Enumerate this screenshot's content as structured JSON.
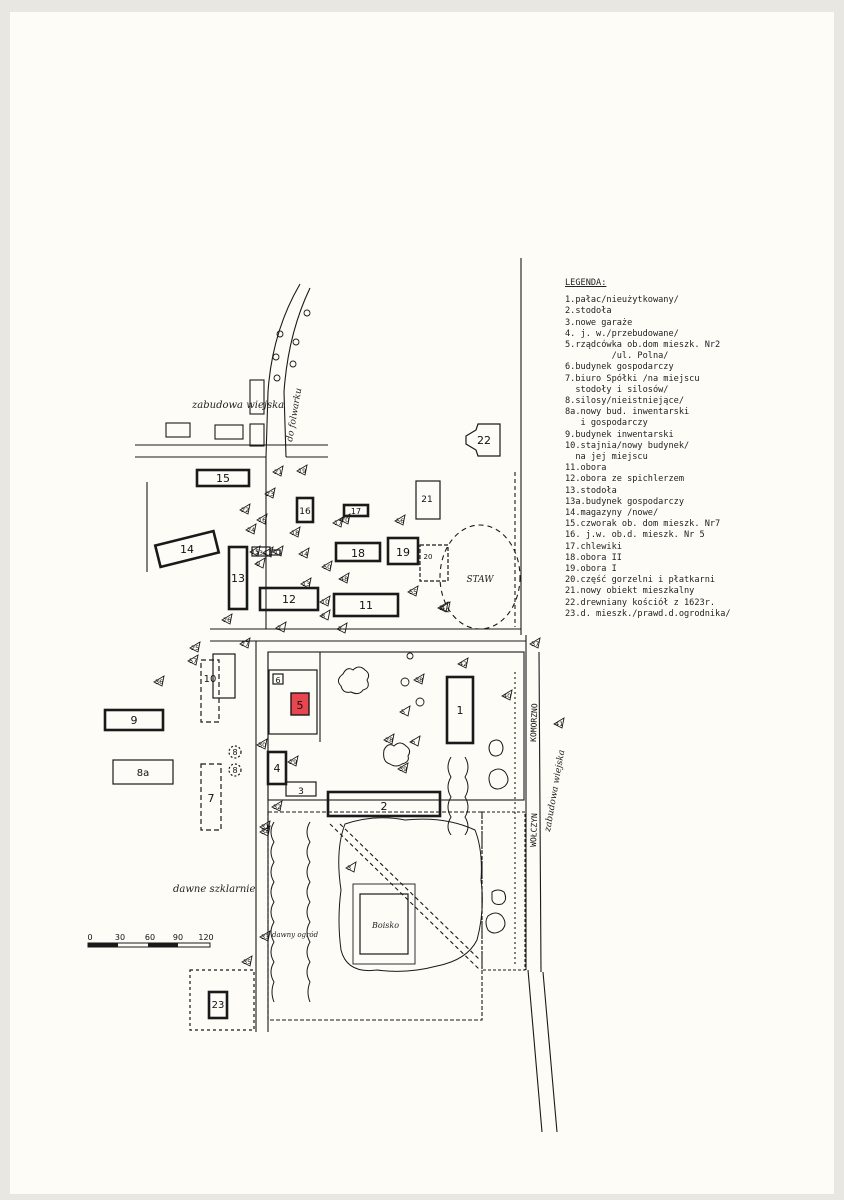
{
  "legend": {
    "title": "LEGENDA:",
    "items": [
      "1.pałac/nieużytkowany/",
      "2.stodoła",
      "3.nowe garaże",
      "4. j. w./przebudowane/",
      "5.rządcówka ob.dom mieszk. Nr2",
      "         /ul. Polna/",
      "6.budynek gospodarczy",
      "7.biuro Spółki /na miejscu",
      "  stodoły i silosów/",
      "8.silosy/nieistniejące/",
      "8a.nowy bud. inwentarski",
      "   i gospodarczy",
      "9.budynek inwentarski",
      "10.stajnia/nowy budynek/",
      "  na jej miejscu",
      "11.obora",
      "12.obora ze spichlerzem",
      "13.stodoła",
      "13a.budynek gospodarczy",
      "14.magazyny /nowe/",
      "15.czworak ob. dom mieszk. Nr7",
      "16. j.w. ob.d. mieszk. Nr 5",
      "17.chlewiki",
      "18.obora II",
      "19.obora I",
      "20.część gorzelni i płatkarni",
      "21.nowy obiekt mieszkalny",
      "22.drewniany kościół z 1623r.",
      "23.d. mieszk./prawd.d.ogrodnika/"
    ]
  },
  "map_labels": {
    "village_buildings": "zabudowa wiejska",
    "road_north": "do folwarku",
    "road_east": "zabudowa wiejska",
    "road_komorzno": "KOMORZNO",
    "road_wolczyn": "WOŁCZYN",
    "pond": "STAW",
    "greenhouses": "dawne szklarnie",
    "former_garden": "dawny ogród",
    "pitch": "Boisko"
  },
  "buildings": [
    {
      "id": "1",
      "label": "1"
    },
    {
      "id": "2",
      "label": "2"
    },
    {
      "id": "3",
      "label": "3"
    },
    {
      "id": "4",
      "label": "4"
    },
    {
      "id": "5",
      "label": "5",
      "highlight": "#e8454f"
    },
    {
      "id": "6",
      "label": "6"
    },
    {
      "id": "7",
      "label": "7"
    },
    {
      "id": "8a",
      "label": "8a"
    },
    {
      "id": "9",
      "label": "9"
    },
    {
      "id": "10",
      "label": "10"
    },
    {
      "id": "11",
      "label": "11"
    },
    {
      "id": "12",
      "label": "12"
    },
    {
      "id": "13",
      "label": "13"
    },
    {
      "id": "13a",
      "label": "13a"
    },
    {
      "id": "14",
      "label": "14"
    },
    {
      "id": "15",
      "label": "15"
    },
    {
      "id": "16",
      "label": "16"
    },
    {
      "id": "17",
      "label": "17"
    },
    {
      "id": "18",
      "label": "18"
    },
    {
      "id": "19",
      "label": "19"
    },
    {
      "id": "20",
      "label": "20"
    },
    {
      "id": "21",
      "label": "21"
    },
    {
      "id": "22",
      "label": "22"
    },
    {
      "id": "23",
      "label": "23"
    }
  ],
  "silos_label": "8",
  "viewpoints": [
    "1",
    "2",
    "3",
    "4",
    "5",
    "6",
    "7",
    "8",
    "9",
    "10",
    "11",
    "12",
    "13",
    "14",
    "15",
    "16",
    "17",
    "18",
    "19",
    "20",
    "21",
    "22",
    "23",
    "24",
    "25",
    "26",
    "27",
    "28",
    "29",
    "30",
    "31",
    "32",
    "33",
    "34",
    "35",
    "36",
    "37",
    "38",
    "39",
    "40",
    "41",
    "42",
    "48",
    "50",
    "55",
    "56",
    "57"
  ],
  "scale_bar": {
    "ticks": [
      "0",
      "30",
      "60",
      "90",
      "120"
    ]
  },
  "highlight_color": "#e8454f"
}
